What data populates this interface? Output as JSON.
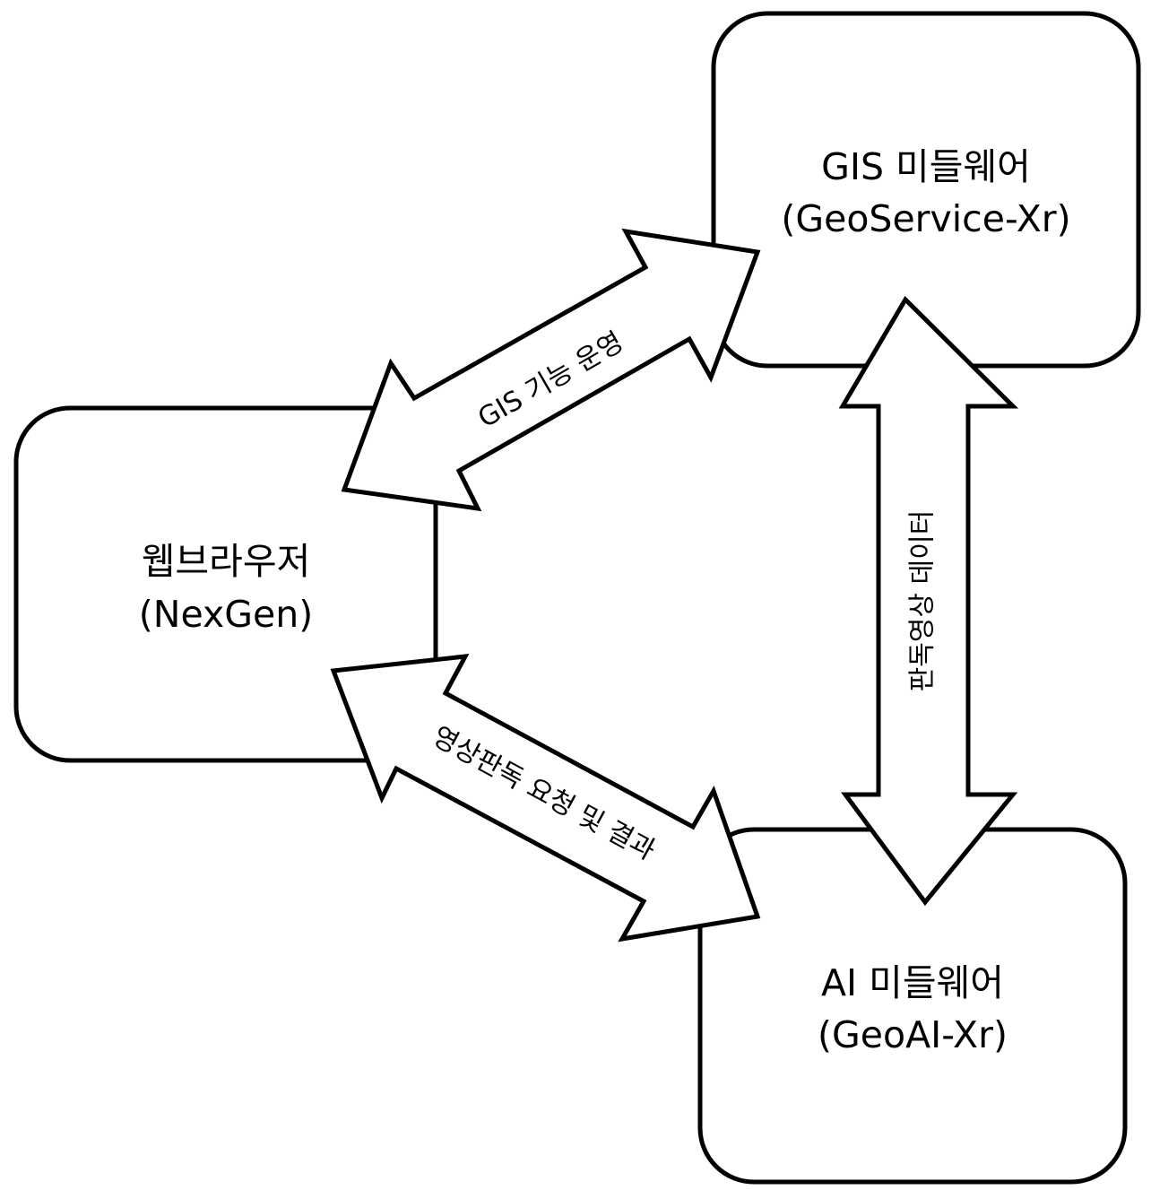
{
  "nodes": {
    "gis_middleware": {
      "title": "GIS 미들웨어",
      "subtitle": "(GeoService-Xr)"
    },
    "web_browser": {
      "title": "웹브라우저",
      "subtitle": "(NexGen)"
    },
    "ai_middleware": {
      "title": "AI 미들웨어",
      "subtitle": "(GeoAI-Xr)"
    }
  },
  "edges": {
    "browser_gis": {
      "label": "GIS 기능 운영",
      "direction": "bidirectional"
    },
    "browser_ai": {
      "label": "영상판독 요청 및 결과",
      "direction": "bidirectional"
    },
    "gis_ai": {
      "label": "판독영상 데이터",
      "direction": "bidirectional"
    }
  },
  "colors": {
    "stroke": "#000000",
    "fill": "#ffffff"
  }
}
